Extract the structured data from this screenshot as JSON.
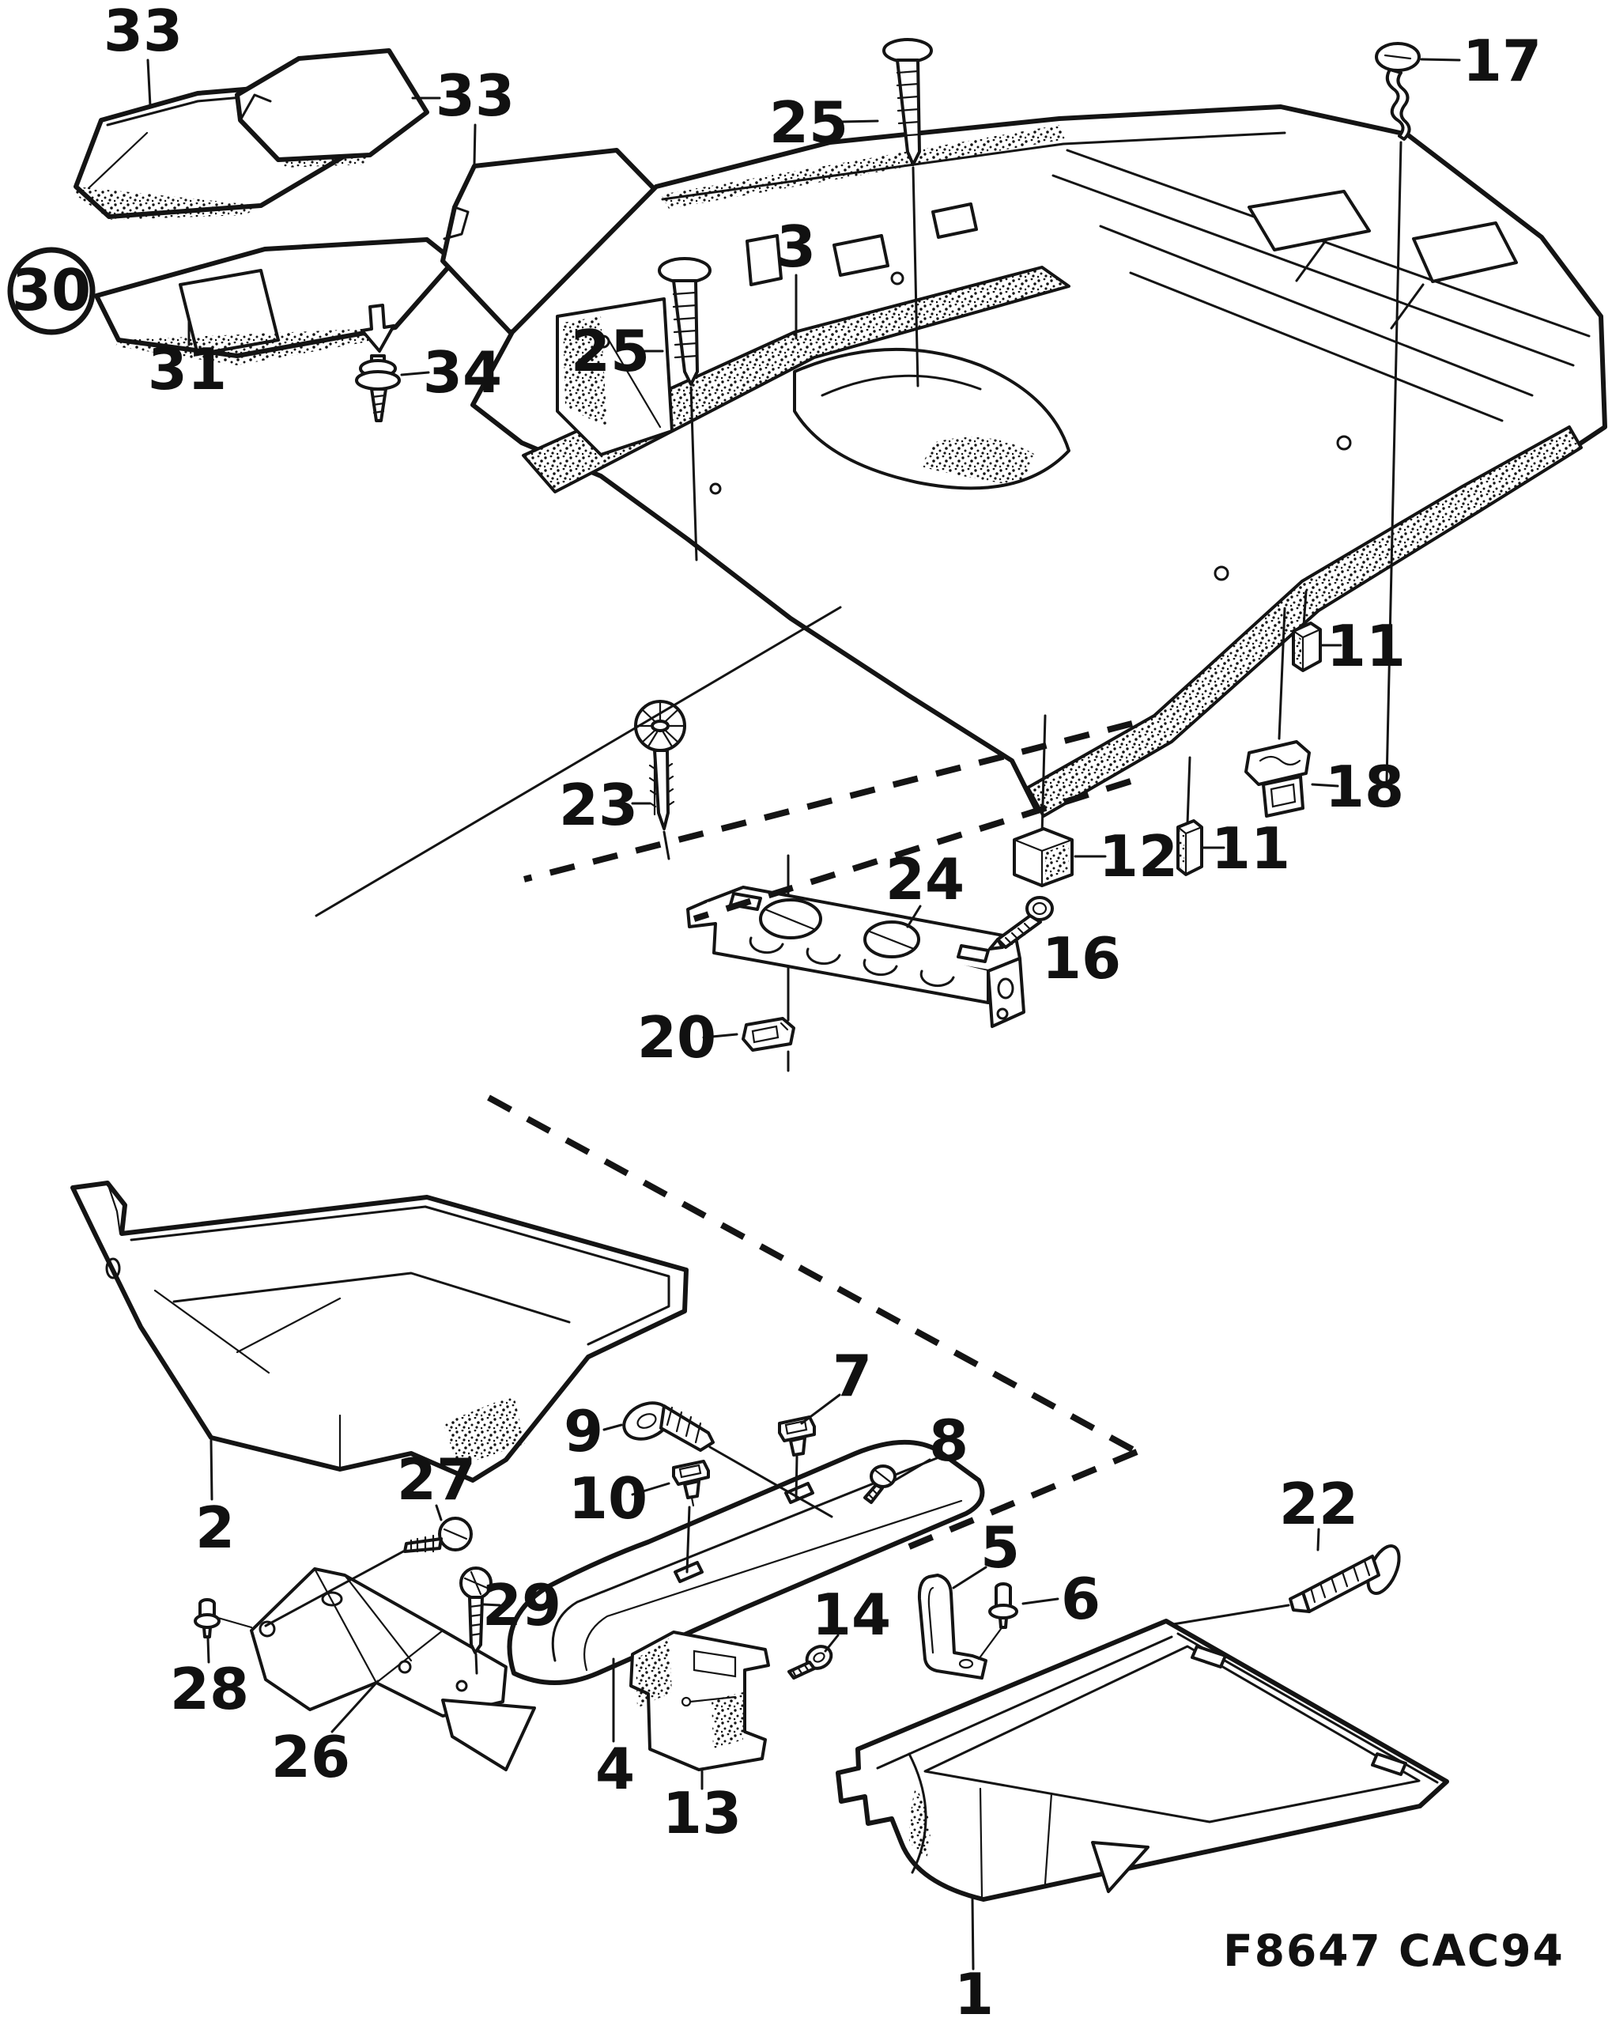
{
  "figure": {
    "code": "F8647 CAC94"
  },
  "colors": {
    "ink": "#141414",
    "background": "#ffffff"
  },
  "callouts": [
    {
      "id": "33-front-left-mat",
      "text": "33"
    },
    {
      "id": "33-rear-right-mat",
      "text": "33"
    },
    {
      "id": "30-mat-set-circled",
      "text": "30",
      "circled": true
    },
    {
      "id": "31-rear-mat",
      "text": "31"
    },
    {
      "id": "34-mat-clip",
      "text": "34"
    },
    {
      "id": "25-screw-left",
      "text": "25"
    },
    {
      "id": "25-screw-right",
      "text": "25"
    },
    {
      "id": "3-floor-carpet",
      "text": "3"
    },
    {
      "id": "17-screw-rear",
      "text": "17"
    },
    {
      "id": "23-screw-washer",
      "text": "23"
    },
    {
      "id": "24-support-bracket",
      "text": "24"
    },
    {
      "id": "16-screw-bracket",
      "text": "16"
    },
    {
      "id": "20-clip",
      "text": "20"
    },
    {
      "id": "12-foam-block",
      "text": "12"
    },
    {
      "id": "11-foam-block-low",
      "text": "11"
    },
    {
      "id": "11-foam-block-up",
      "text": "11"
    },
    {
      "id": "18-clip-sill",
      "text": "18"
    },
    {
      "id": "2-side-trim-left",
      "text": "2"
    },
    {
      "id": "27-screw",
      "text": "27"
    },
    {
      "id": "28-stud",
      "text": "28"
    },
    {
      "id": "29-screw",
      "text": "29"
    },
    {
      "id": "26-bracket",
      "text": "26"
    },
    {
      "id": "9-fastener",
      "text": "9"
    },
    {
      "id": "10-clip",
      "text": "10"
    },
    {
      "id": "7-clip",
      "text": "7"
    },
    {
      "id": "8-screw",
      "text": "8"
    },
    {
      "id": "5-bracket",
      "text": "5"
    },
    {
      "id": "6-stud",
      "text": "6"
    },
    {
      "id": "14-screw",
      "text": "14"
    },
    {
      "id": "13-bracket",
      "text": "13"
    },
    {
      "id": "4-sill-trim",
      "text": "4"
    },
    {
      "id": "22-screw-washer",
      "text": "22"
    },
    {
      "id": "1-side-trim-right",
      "text": "1"
    }
  ]
}
